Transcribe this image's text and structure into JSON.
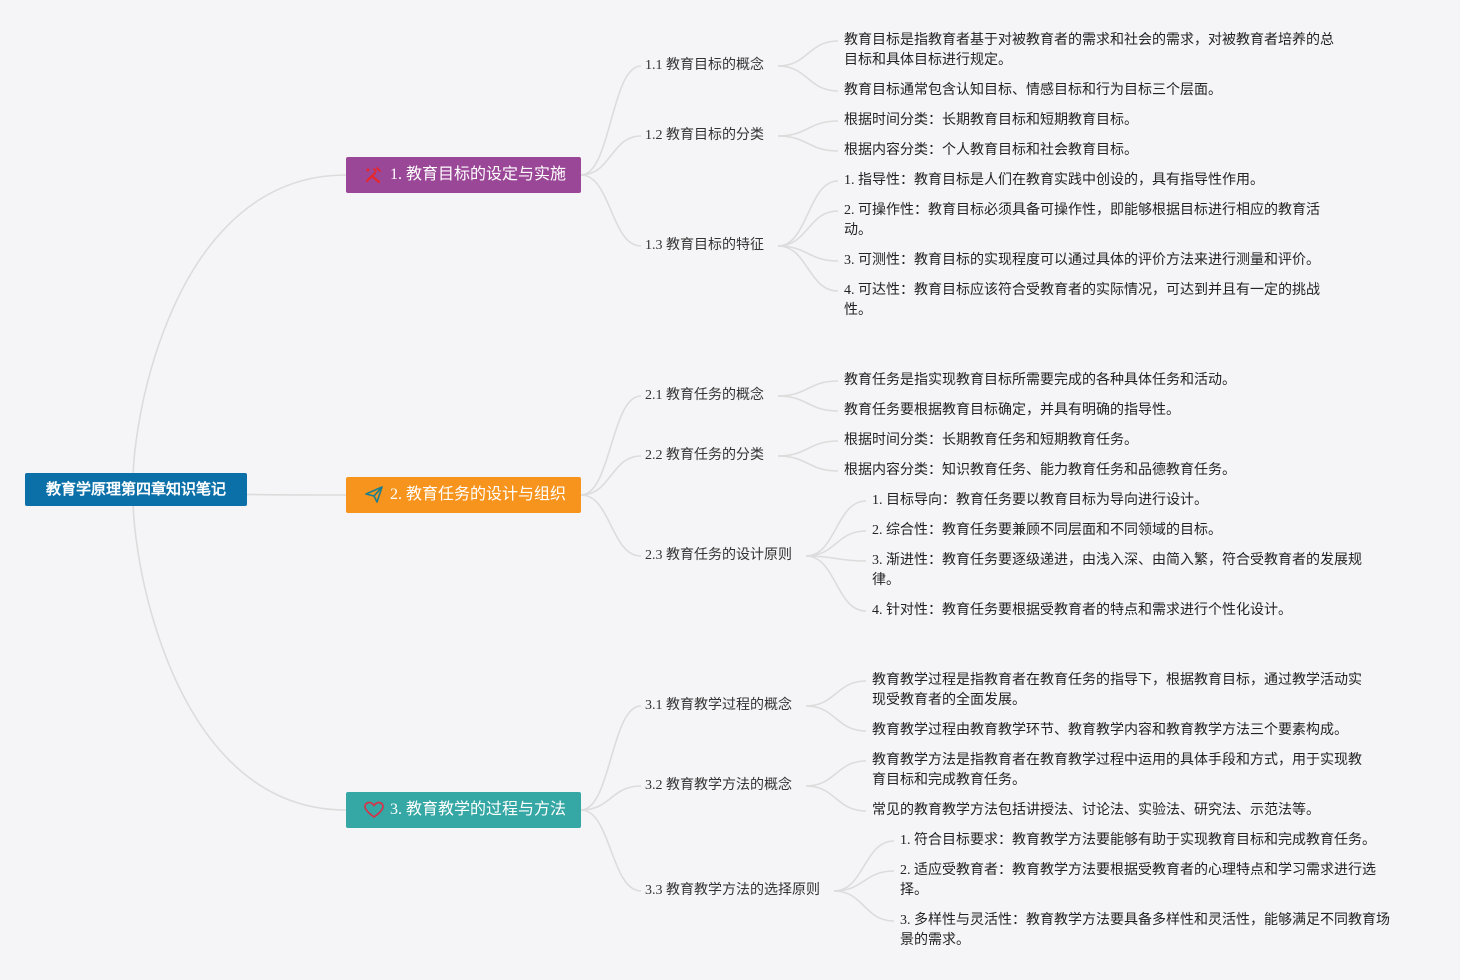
{
  "root": {
    "label": "教育学原理第四章知识笔记",
    "color": "#0b6fa8"
  },
  "link_color": "#dcdcdc",
  "branches": [
    {
      "label": "1. 教育目标的设定与实施",
      "color": "#9b4797",
      "icon": "tools-icon",
      "icon_color": "#e8262a",
      "subs": [
        {
          "label": "1.1 教育目标的概念",
          "leaves": [
            "教育目标是指教育者基于对被教育者的需求和社会的需求，对被教育者培养的总目标和具体目标进行规定。",
            "教育目标通常包含认知目标、情感目标和行为目标三个层面。"
          ]
        },
        {
          "label": "1.2 教育目标的分类",
          "leaves": [
            "根据时间分类：长期教育目标和短期教育目标。",
            "根据内容分类：个人教育目标和社会教育目标。"
          ]
        },
        {
          "label": "1.3 教育目标的特征",
          "leaves": [
            "1. 指导性：教育目标是人们在教育实践中创设的，具有指导性作用。",
            "2. 可操作性：教育目标必须具备可操作性，即能够根据目标进行相应的教育活动。",
            "3. 可测性：教育目标的实现程度可以通过具体的评价方法来进行测量和评价。",
            "4. 可达性：教育目标应该符合受教育者的实际情况，可达到并且有一定的挑战性。"
          ]
        }
      ]
    },
    {
      "label": "2. 教育任务的设计与组织",
      "color": "#f7941d",
      "icon": "paper-plane-icon",
      "icon_color": "#1a7f8e",
      "subs": [
        {
          "label": "2.1 教育任务的概念",
          "leaves": [
            "教育任务是指实现教育目标所需要完成的各种具体任务和活动。",
            "教育任务要根据教育目标确定，并具有明确的指导性。"
          ]
        },
        {
          "label": "2.2 教育任务的分类",
          "leaves": [
            "根据时间分类：长期教育任务和短期教育任务。",
            "根据内容分类：知识教育任务、能力教育任务和品德教育任务。"
          ]
        },
        {
          "label": "2.3 教育任务的设计原则",
          "leaves": [
            "1. 目标导向：教育任务要以教育目标为导向进行设计。",
            "2. 综合性：教育任务要兼顾不同层面和不同领域的目标。",
            "3. 渐进性：教育任务要逐级递进，由浅入深、由简入繁，符合受教育者的发展规律。",
            "4. 针对性：教育任务要根据受教育者的特点和需求进行个性化设计。"
          ]
        }
      ]
    },
    {
      "label": "3. 教育教学的过程与方法",
      "color": "#35a7a4",
      "icon": "heart-icon",
      "icon_color": "#d6334a",
      "subs": [
        {
          "label": "3.1 教育教学过程的概念",
          "leaves": [
            "教育教学过程是指教育者在教育任务的指导下，根据教育目标，通过教学活动实现受教育者的全面发展。",
            "教育教学过程由教育教学环节、教育教学内容和教育教学方法三个要素构成。"
          ]
        },
        {
          "label": "3.2 教育教学方法的概念",
          "leaves": [
            "教育教学方法是指教育者在教育教学过程中运用的具体手段和方式，用于实现教育目标和完成教育任务。",
            "常见的教育教学方法包括讲授法、讨论法、实验法、研究法、示范法等。"
          ]
        },
        {
          "label": "3.3 教育教学方法的选择原则",
          "leaves": [
            "1. 符合目标要求：教育教学方法要能够有助于实现教育目标和完成教育任务。",
            "2. 适应受教育者：教育教学方法要根据受教育者的心理特点和学习需求进行选择。",
            "3. 多样性与灵活性：教育教学方法要具备多样性和灵活性，能够满足不同教育场景的需求。"
          ]
        }
      ]
    }
  ]
}
